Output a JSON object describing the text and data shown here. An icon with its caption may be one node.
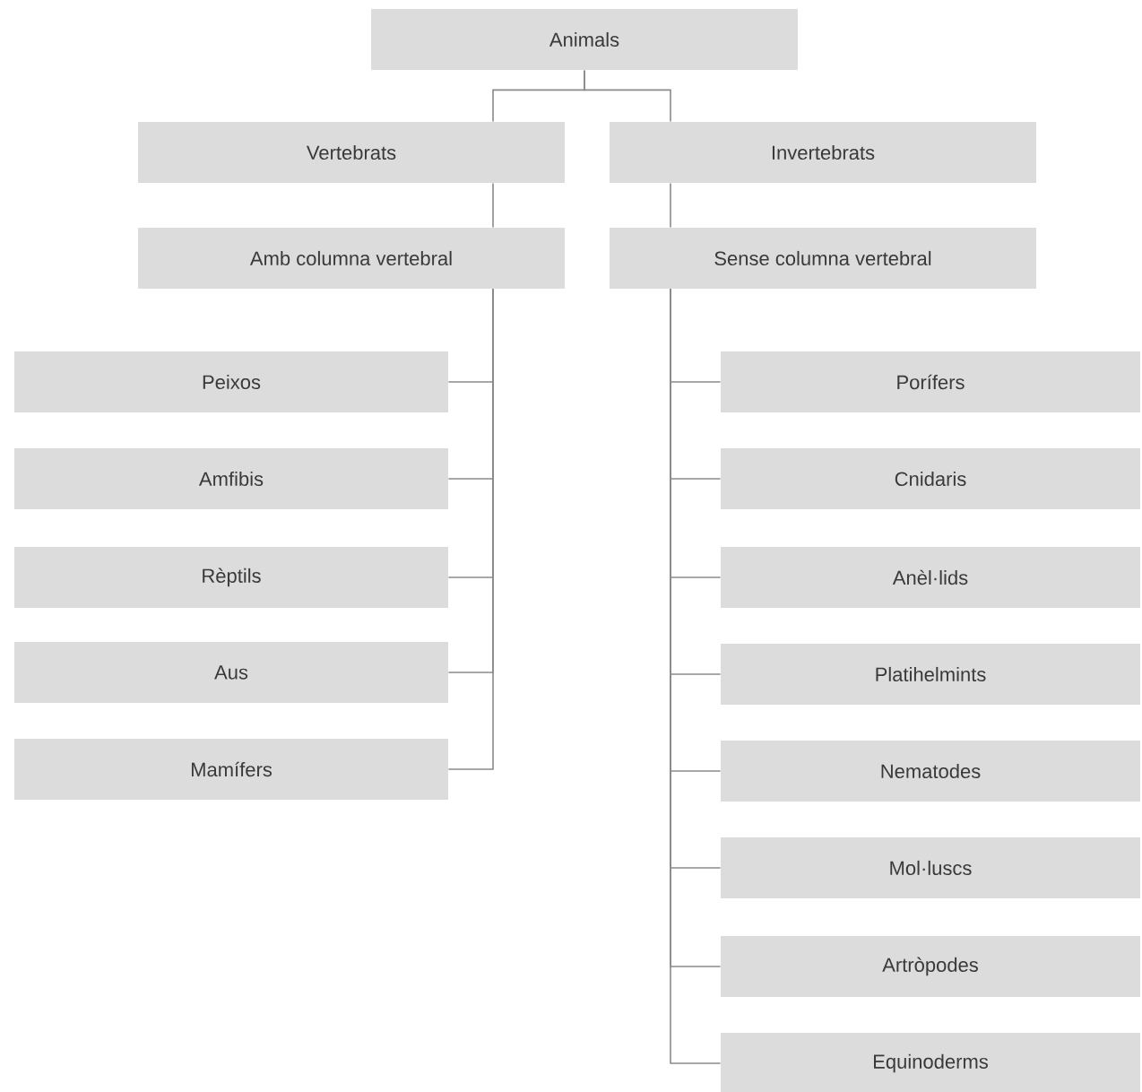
{
  "diagram": {
    "nodes": [
      {
        "text": [
          "Animals"
        ]
      },
      {
        "text": [
          "Vertebrats"
        ]
      },
      {
        "text": [
          "Invertebrats"
        ]
      },
      {
        "text": [
          "Amb columna vertebral"
        ]
      },
      {
        "text": [
          "Sense columna vertebral"
        ]
      },
      {
        "text": [
          "Peixos"
        ]
      },
      {
        "text": [
          "Amfibis"
        ]
      },
      {
        "text": [
          "Rèptils"
        ]
      },
      {
        "text": [
          "Aus"
        ]
      },
      {
        "text": [
          "Mamífers"
        ]
      },
      {
        "text": [
          "Porífers"
        ]
      },
      {
        "text": [
          "Cnidaris"
        ]
      },
      {
        "text": [
          "Anèl·lids"
        ]
      },
      {
        "text": [
          "Platihelmints"
        ]
      },
      {
        "text": [
          "Nematodes"
        ]
      },
      {
        "text": [
          "Mol·luscs"
        ]
      },
      {
        "text": [
          "Artròpodes"
        ]
      },
      {
        "text": [
          "Equinoderms"
        ]
      }
    ],
    "edges": [
      {
        "from": 0,
        "to": 1,
        "arrow": "none"
      },
      {
        "from": 0,
        "to": 2,
        "arrow": "none"
      },
      {
        "from": 1,
        "to": 3,
        "arrow": "none"
      },
      {
        "from": 2,
        "to": 4,
        "arrow": "none"
      },
      {
        "from": 3,
        "to": 5,
        "arrow": "none"
      },
      {
        "from": 3,
        "to": 6,
        "arrow": "none"
      },
      {
        "from": 3,
        "to": 7,
        "arrow": "none"
      },
      {
        "from": 3,
        "to": 8,
        "arrow": "none"
      },
      {
        "from": 3,
        "to": 9,
        "arrow": "none"
      },
      {
        "from": 4,
        "to": 10,
        "arrow": "none"
      },
      {
        "from": 4,
        "to": 11,
        "arrow": "none"
      },
      {
        "from": 4,
        "to": 12,
        "arrow": "none"
      },
      {
        "from": 4,
        "to": 13,
        "arrow": "none"
      },
      {
        "from": 4,
        "to": 14,
        "arrow": "none"
      },
      {
        "from": 4,
        "to": 15,
        "arrow": "none"
      },
      {
        "from": 4,
        "to": 16,
        "arrow": "none"
      },
      {
        "from": 4,
        "to": 17,
        "arrow": "none"
      }
    ]
  }
}
